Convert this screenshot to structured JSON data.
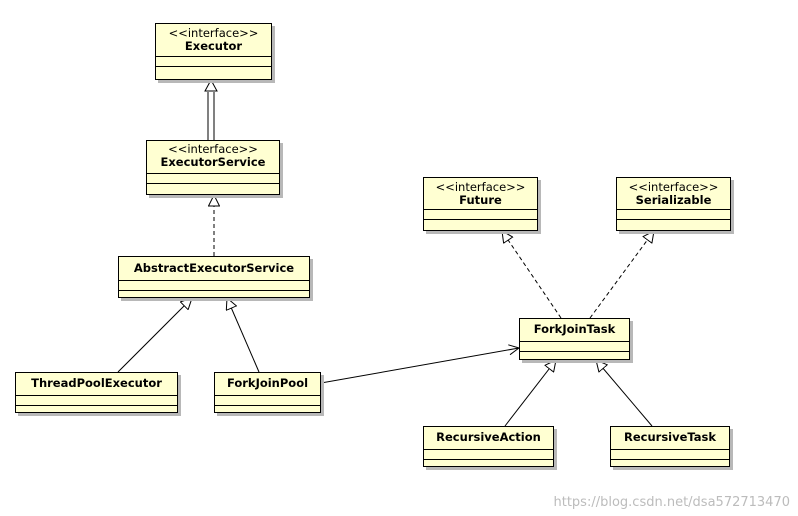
{
  "classes": {
    "executor": {
      "stereotype": "<<interface>>",
      "name": "Executor"
    },
    "executor_service": {
      "stereotype": "<<interface>>",
      "name": "ExecutorService"
    },
    "abstract_executor_service": {
      "name": "AbstractExecutorService"
    },
    "thread_pool_executor": {
      "name": "ThreadPoolExecutor"
    },
    "fork_join_pool": {
      "name": "ForkJoinPool"
    },
    "future": {
      "stereotype": "<<interface>>",
      "name": "Future"
    },
    "serializable": {
      "stereotype": "<<interface>>",
      "name": "Serializable"
    },
    "fork_join_task": {
      "name": "ForkJoinTask"
    },
    "recursive_action": {
      "name": "RecursiveAction"
    },
    "recursive_task": {
      "name": "RecursiveTask"
    }
  },
  "relations": [
    {
      "from": "executor_service",
      "to": "executor",
      "kind": "generalization"
    },
    {
      "from": "abstract_executor_service",
      "to": "executor_service",
      "kind": "realization"
    },
    {
      "from": "thread_pool_executor",
      "to": "abstract_executor_service",
      "kind": "generalization"
    },
    {
      "from": "fork_join_pool",
      "to": "abstract_executor_service",
      "kind": "generalization"
    },
    {
      "from": "fork_join_task",
      "to": "future",
      "kind": "realization"
    },
    {
      "from": "fork_join_task",
      "to": "serializable",
      "kind": "realization"
    },
    {
      "from": "recursive_action",
      "to": "fork_join_task",
      "kind": "generalization"
    },
    {
      "from": "recursive_task",
      "to": "fork_join_task",
      "kind": "generalization"
    },
    {
      "from": "fork_join_pool",
      "to": "fork_join_task",
      "kind": "association"
    }
  ],
  "watermark": "https://blog.csdn.net/dsa572713470"
}
